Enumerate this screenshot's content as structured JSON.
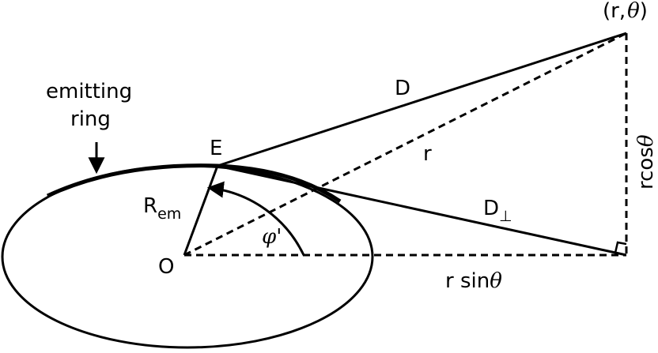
{
  "labels": {
    "emitting_ring_line1": "emitting",
    "emitting_ring_line2": "ring",
    "point_E": "E",
    "point_O": "O",
    "R_em_main": "R",
    "R_em_sub": "em",
    "D": "D",
    "r": "r",
    "D_perp_main": "D",
    "D_perp_sub": "⊥",
    "phi_prime": "φ'",
    "target_open": "(r,",
    "target_theta": "θ",
    "target_close": ")",
    "rcos_prefix": "rcos",
    "rcos_theta": "θ",
    "rsin_prefix": "r sin",
    "rsin_theta": "θ"
  }
}
